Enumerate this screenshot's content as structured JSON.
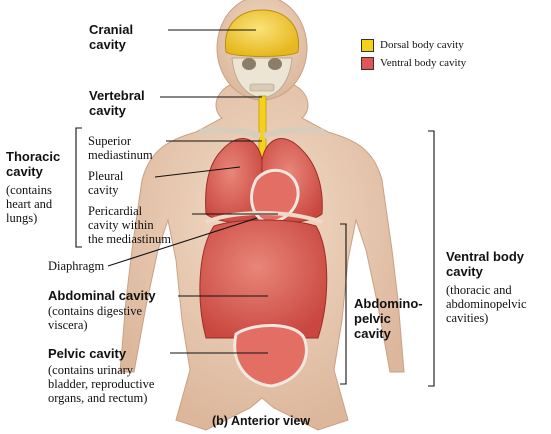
{
  "legend": {
    "dorsal": {
      "label": "Dorsal body cavity",
      "color": "#f5d21a"
    },
    "ventral": {
      "label": "Ventral body cavity",
      "color": "#e05555"
    }
  },
  "labels": {
    "cranial": "Cranial\ncavity",
    "vertebral": "Vertebral\ncavity",
    "thoracic_title": "Thoracic\ncavity",
    "thoracic_desc": "(contains\nheart and\nlungs)",
    "superior_mediastinum": "Superior\nmediastinum",
    "pleural": "Pleural\ncavity",
    "pericardial": "Pericardial\ncavity within\nthe mediastinum",
    "diaphragm": "Diaphragm",
    "abdominal_title": "Abdominal cavity",
    "abdominal_desc": "(contains digestive\nviscera)",
    "pelvic_title": "Pelvic cavity",
    "pelvic_desc": "(contains urinary\nbladder, reproductive\norgans, and rectum)",
    "abdominopelvic": "Abdomino-\npelvic\ncavity",
    "ventral_title": "Ventral body\ncavity",
    "ventral_desc": "(thoracic and\nabdominopelvic\ncavities)"
  },
  "caption": "(b) Anterior view"
}
